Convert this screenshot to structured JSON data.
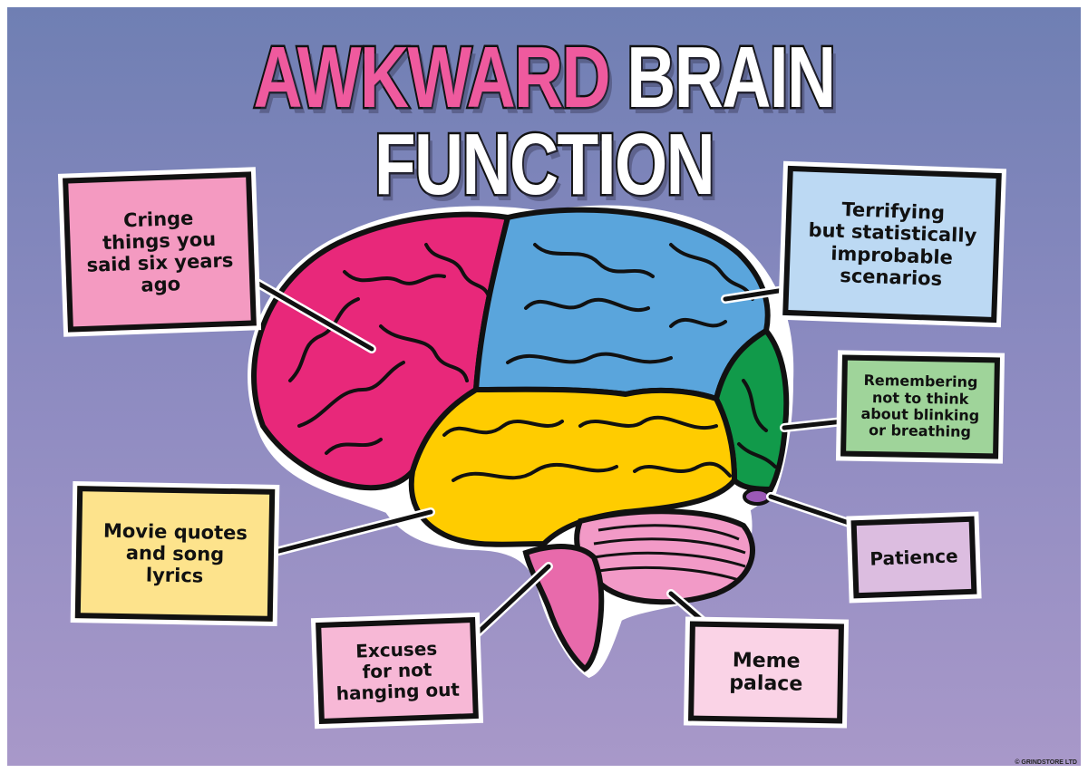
{
  "title": {
    "part1": "AWKWARD",
    "part2": " BRAIN FUNCTION",
    "part1_color": "#ef5a9e",
    "part2_color": "#ffffff"
  },
  "brain_regions": [
    {
      "name": "frontal-lobe",
      "color": "#e8287a"
    },
    {
      "name": "parietal-lobe",
      "color": "#5aa5dc"
    },
    {
      "name": "occipital-lobe",
      "color": "#119a4a"
    },
    {
      "name": "temporal-lobe",
      "color": "#ffcc00"
    },
    {
      "name": "cerebellum",
      "color": "#f29ac7"
    },
    {
      "name": "brain-stem",
      "color": "#e86aab"
    },
    {
      "name": "pituitary-nub",
      "color": "#9b59b6"
    }
  ],
  "labels": [
    {
      "id": "cringe",
      "text": "Cringe things you said six years ago",
      "lines": [
        "Cringe",
        "things you",
        "said six years",
        "ago"
      ],
      "bg": "#f49ac1"
    },
    {
      "id": "terrifying",
      "text": "Terrifying but statistically improbable scenarios",
      "lines": [
        "Terrifying",
        "but statistically",
        "improbable",
        "scenarios"
      ],
      "bg": "#bcd9f3"
    },
    {
      "id": "remembering",
      "text": "Remembering not to think about blinking or breathing",
      "lines": [
        "Remembering",
        "not to think",
        "about blinking",
        "or breathing"
      ],
      "bg": "#9fd49a"
    },
    {
      "id": "movie",
      "text": "Movie quotes and song lyrics",
      "lines": [
        "Movie quotes",
        "and song",
        "lyrics"
      ],
      "bg": "#fde38c"
    },
    {
      "id": "patience",
      "text": "Patience",
      "lines": [
        "Patience"
      ],
      "bg": "#dcbde0"
    },
    {
      "id": "excuses",
      "text": "Excuses for not hanging out",
      "lines": [
        "Excuses",
        "for not",
        "hanging out"
      ],
      "bg": "#f7b8d6"
    },
    {
      "id": "meme",
      "text": "Meme palace",
      "lines": [
        "Meme",
        "palace"
      ],
      "bg": "#fad3e6"
    }
  ],
  "footer": {
    "copyright": "© GRINDSTORE LTD"
  }
}
